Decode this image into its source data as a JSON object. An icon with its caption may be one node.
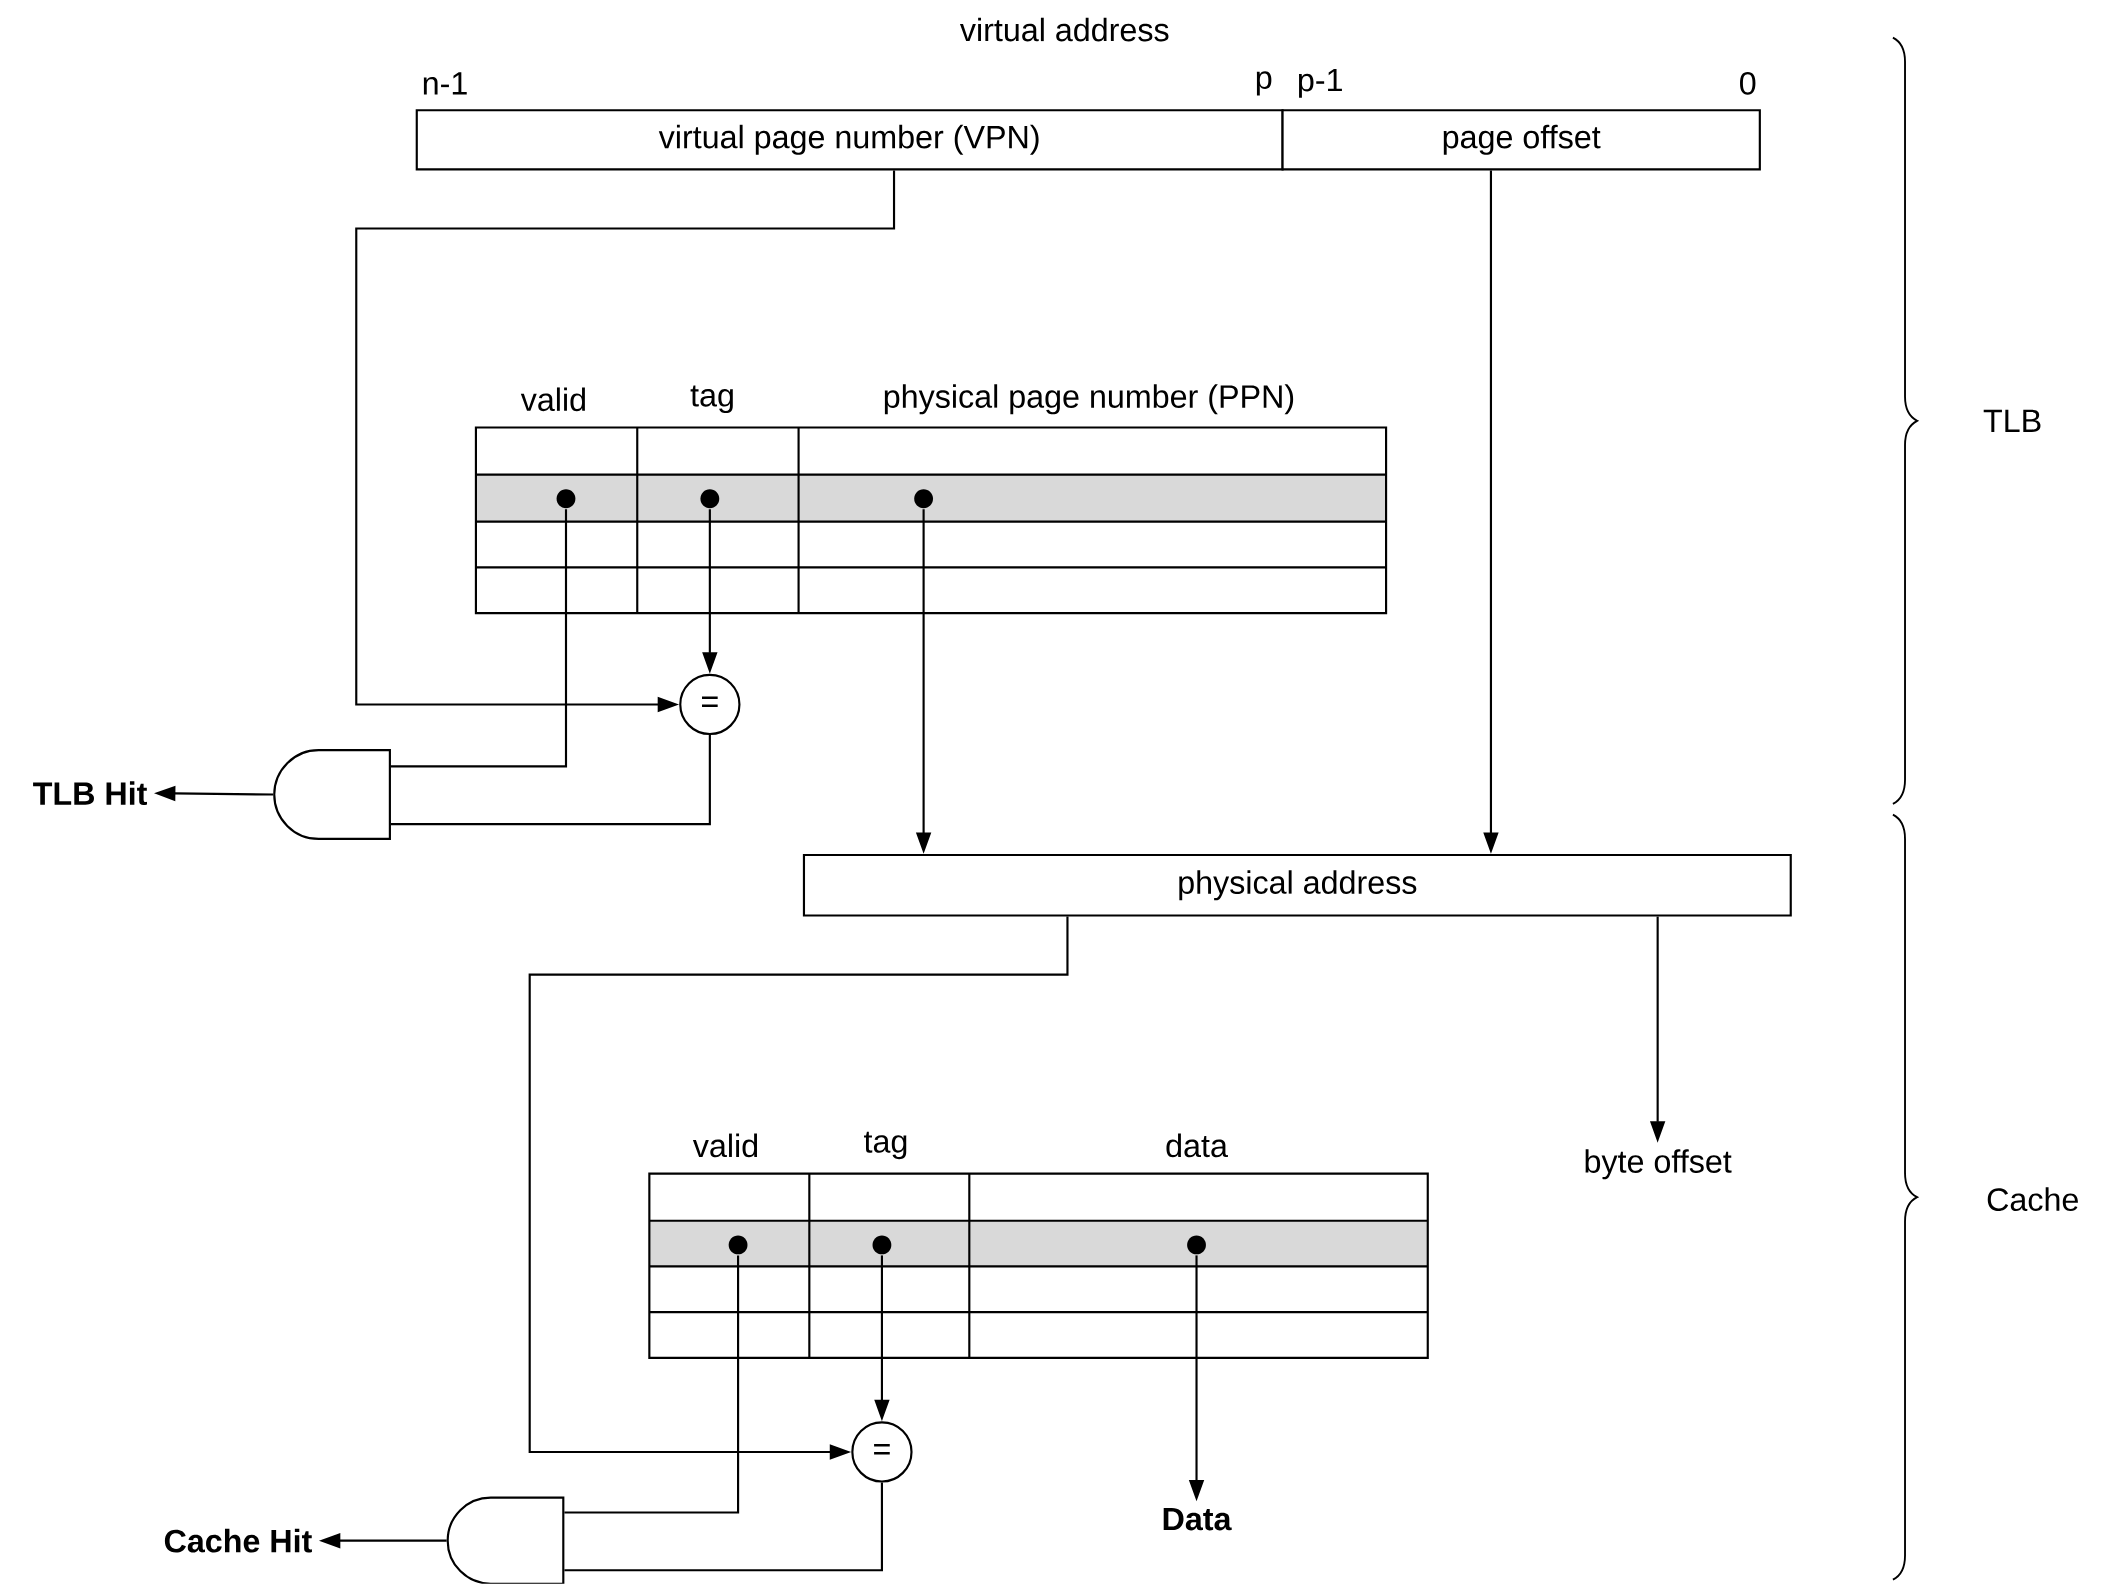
{
  "diagram": {
    "nodes": [
      {
        "text": [
          "virtual page number (VPN)"
        ]
      },
      {
        "text": [
          "page offset"
        ]
      },
      {
        "text": [],
        "shape": "circle"
      },
      {
        "text": [],
        "shape": "circle"
      },
      {
        "text": [],
        "shape": "circle"
      },
      {
        "text": [
          "="
        ]
      },
      {
        "text": [],
        "shape": "gate"
      },
      {
        "text": [
          "TLB Hit"
        ]
      },
      {
        "text": [
          "physical address"
        ]
      },
      {
        "text": [
          "byte offset"
        ]
      },
      {
        "text": [],
        "shape": "circle"
      },
      {
        "text": [],
        "shape": "circle"
      },
      {
        "text": [],
        "shape": "circle"
      },
      {
        "text": [
          "="
        ]
      },
      {
        "text": [],
        "shape": "gate"
      },
      {
        "text": [
          "Cache Hit"
        ]
      },
      {
        "text": [
          "Data"
        ]
      }
    ],
    "edges": [
      {
        "from": 0,
        "to": 5,
        "arrow": "to"
      },
      {
        "from": 1,
        "to": 8,
        "arrow": "to"
      },
      {
        "from": 3,
        "to": 5,
        "arrow": "to"
      },
      {
        "from": 2,
        "to": 6,
        "arrow": "none"
      },
      {
        "from": 5,
        "to": 6,
        "arrow": "none"
      },
      {
        "from": 6,
        "to": 7,
        "arrow": "to"
      },
      {
        "from": 4,
        "to": 8,
        "arrow": "to"
      },
      {
        "from": 8,
        "to": 13,
        "arrow": "to"
      },
      {
        "from": 8,
        "to": 9,
        "arrow": "to"
      },
      {
        "from": 11,
        "to": 13,
        "arrow": "to"
      },
      {
        "from": 10,
        "to": 14,
        "arrow": "none"
      },
      {
        "from": 13,
        "to": 14,
        "arrow": "none"
      },
      {
        "from": 14,
        "to": 15,
        "arrow": "to"
      },
      {
        "from": 12,
        "to": 16,
        "arrow": "to"
      }
    ],
    "labels": [
      "virtual address",
      "n-1",
      "p",
      "p-1",
      "0",
      "valid",
      "tag",
      "physical page number (PPN)",
      "valid",
      "tag",
      "data",
      "TLB",
      "Cache"
    ]
  }
}
